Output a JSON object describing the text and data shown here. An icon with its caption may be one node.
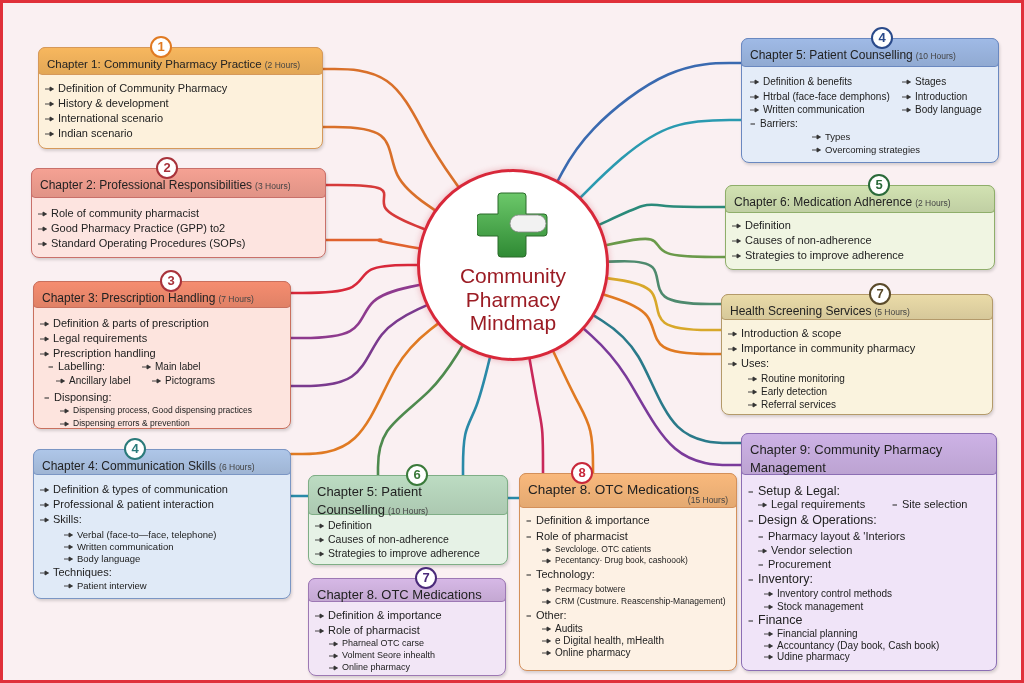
{
  "diagram": {
    "nodes": [
      {
        "text": [
          "Community Pharmacy Mindmap"
        ]
      },
      {
        "text": [
          "1",
          "Chapter 1: Community Pharmacy Practice",
          "(2 Hours)",
          "Definition of Community Pharmacy",
          "History & development",
          "International scenario",
          "Indian scenario"
        ]
      },
      {
        "text": [
          "2",
          "Chapter 2: Professional Responsibilities",
          "(3 Hours)",
          "Role of community pharmacist",
          "Good Pharmacy Practice (GPP) to2",
          "Standard Operating Procedures (SOPs)"
        ]
      },
      {
        "text": [
          "3",
          "Chapter 3: Prescription Handling",
          "(7 Hours)",
          "Definition & parts of prescription",
          "Legal requirements",
          "Prescription handling",
          "Labelling:",
          "Main label",
          "Ancillary label",
          "Pictograms",
          "Disponsing:",
          "Dispensing process, Good dispensing practices",
          "Dispensing errors & prevention"
        ]
      },
      {
        "text": [
          "4",
          "Chapter 4: Communication Skills",
          "(6 Hours)",
          "Definition & types of communication",
          "Professional & patient interaction",
          "Skills:",
          "Verbal (face-to—face, telephone)",
          "Written communication",
          "Body language",
          "Techniques:",
          "Patient interview"
        ]
      },
      {
        "text": [
          "6",
          "Chapter 5: Patient Counselling",
          "(10 Hours)",
          "Definition",
          "Causes of non-adherence",
          "Strategies to improve adherence"
        ]
      },
      {
        "text": [
          "7",
          "Chapter 8. OTC Medications",
          "Definition & importance",
          "Role of pharmacist",
          "Pharneal OTC carse",
          "Volment Seore inhealth",
          "Online pharmacy"
        ]
      },
      {
        "text": [
          "8",
          "Chapter 8. OTC Medications",
          "(15 Hours)",
          "Definition & importance",
          "Role of pharmacist",
          "Sevclologe. OTC catients",
          "Pecentancy· Drug book, cashoook)",
          "Technology:",
          "Pecrmacy botwere",
          "CRM (Custmure. Reascenship-Management)",
          "Other:",
          "Audits",
          "e Digital health, mHealth",
          "Online pharmacy"
        ]
      },
      {
        "text": [
          "4",
          "Chapter 5: Patient Counselling",
          "(10 Hours)",
          "Definition & benefits",
          "Stages",
          "Htrbal (face-face demphons)",
          "Introduction",
          "Written communication",
          "Body language",
          "Barriers:",
          "Types",
          "Overcoming strategies"
        ]
      },
      {
        "text": [
          "5",
          "Chapter 6: Medication Adherence",
          "(2 Hours)",
          "Definition",
          "Causes of non-adherence",
          "Strategies to improve adherence"
        ]
      },
      {
        "text": [
          "7",
          "Health Screening Services",
          "(5 Hours)",
          "Introduction & scope",
          "Importance in community pharmacy",
          "Uses:",
          "Routine monitoring",
          "Early detection",
          "Referral services"
        ]
      },
      {
        "text": [
          "Chapter 9: Community Pharmacy Management",
          "Setup & Legal:",
          "Legal requirements",
          "Site selection",
          "Design & Operations:",
          "Pharmacy layout & 'Interiors",
          "Vendor selection",
          "Procurement",
          "Inventory:",
          "Inventory control methods",
          "Stock management",
          "Finance",
          "Financial planning",
          "Accountancy (Day book, Cash book)",
          "Udine pharmacy"
        ]
      }
    ],
    "edges": [
      {
        "from": 0,
        "to": 1,
        "arrow": "none",
        "color": "#d9702a"
      },
      {
        "from": 0,
        "to": 1,
        "arrow": "none",
        "color": "#d9702a"
      },
      {
        "from": 0,
        "to": 2,
        "arrow": "none",
        "color": "#d63a3a"
      },
      {
        "from": 0,
        "to": 2,
        "arrow": "none",
        "color": "#e0622e"
      },
      {
        "from": 0,
        "to": 3,
        "arrow": "none",
        "color": "#d8283a"
      },
      {
        "from": 0,
        "to": 3,
        "arrow": "none",
        "color": "#8e3a8e"
      },
      {
        "from": 0,
        "to": 3,
        "arrow": "none",
        "color": "#7a3a8e"
      },
      {
        "from": 0,
        "to": 4,
        "arrow": "none",
        "color": "#e07a22"
      },
      {
        "from": 0,
        "to": 5,
        "arrow": "none",
        "color": "#4e8a4e"
      },
      {
        "from": 0,
        "to": 5,
        "arrow": "none",
        "color": "#2a8aa8"
      },
      {
        "from": 0,
        "to": 7,
        "arrow": "none",
        "color": "#c8285a"
      },
      {
        "from": 0,
        "to": 7,
        "arrow": "none",
        "color": "#e07a22"
      },
      {
        "from": 0,
        "to": 11,
        "arrow": "none",
        "color": "#7a3a9a"
      },
      {
        "from": 0,
        "to": 11,
        "arrow": "none",
        "color": "#2a7a8a"
      },
      {
        "from": 0,
        "to": 10,
        "arrow": "none",
        "color": "#e07a22"
      },
      {
        "from": 0,
        "to": 10,
        "arrow": "none",
        "color": "#d8a82a"
      },
      {
        "from": 0,
        "to": 10,
        "arrow": "none",
        "color": "#4e8a6e"
      },
      {
        "from": 0,
        "to": 9,
        "arrow": "none",
        "color": "#6a9a4a"
      },
      {
        "from": 0,
        "to": 9,
        "arrow": "none",
        "color": "#2a8a7a"
      },
      {
        "from": 0,
        "to": 8,
        "arrow": "none",
        "color": "#2a9ab0"
      },
      {
        "from": 0,
        "to": 8,
        "arrow": "none",
        "color": "#3a6ab0"
      },
      {
        "from": 4,
        "to": 5,
        "arrow": "none",
        "color": "#2a8aa8"
      },
      {
        "from": 5,
        "to": 7,
        "arrow": "none",
        "color": "#2a8aa8"
      }
    ]
  }
}
